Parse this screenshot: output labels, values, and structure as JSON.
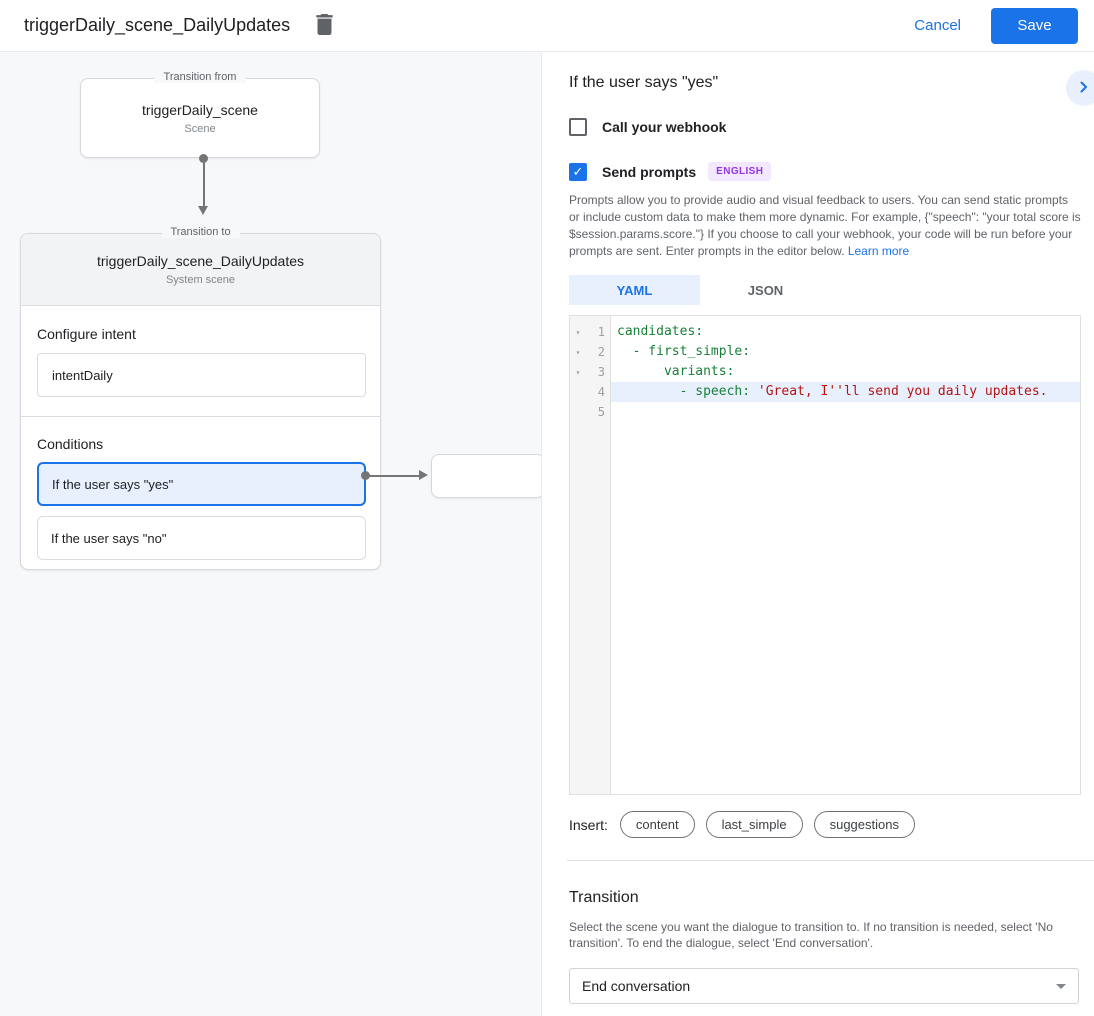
{
  "header": {
    "title": "triggerDaily_scene_DailyUpdates",
    "cancel_label": "Cancel",
    "save_label": "Save"
  },
  "icons": {
    "fold": "▾",
    "check": "✓"
  },
  "diagram": {
    "from_box": {
      "legend": "Transition from",
      "title": "triggerDaily_scene",
      "subtitle": "Scene"
    },
    "to_box": {
      "legend": "Transition to",
      "title": "triggerDaily_scene_DailyUpdates",
      "subtitle": "System scene",
      "configure_intent_label": "Configure intent",
      "intent_value": "intentDaily",
      "conditions_label": "Conditions",
      "conditions": [
        {
          "label": "If the user says \"yes\"",
          "selected": true
        },
        {
          "label": "If the user says \"no\"",
          "selected": false
        }
      ]
    }
  },
  "detail": {
    "title": "If the user says \"yes\"",
    "webhook": {
      "label": "Call your webhook",
      "checked": false
    },
    "prompts": {
      "label": "Send prompts",
      "checked": true,
      "badge": "ENGLISH"
    },
    "description": "Prompts allow you to provide audio and visual feedback to users. You can send static prompts or include custom data to make them more dynamic. For example, {\"speech\": \"your total score is $session.params.score.\"} If you choose to call your webhook, your code will be run before your prompts are sent. Enter prompts in the editor below. ",
    "learn_more": "Learn more",
    "tabs": [
      {
        "label": "YAML",
        "active": true
      },
      {
        "label": "JSON",
        "active": false
      }
    ],
    "editor": {
      "lines": [
        {
          "num": "1",
          "fold": true,
          "highlight": false,
          "segments": [
            {
              "t": "candidates:",
              "c": "key"
            }
          ]
        },
        {
          "num": "2",
          "fold": true,
          "highlight": false,
          "segments": [
            {
              "t": "  - first_simple:",
              "c": "key"
            }
          ]
        },
        {
          "num": "3",
          "fold": true,
          "highlight": false,
          "segments": [
            {
              "t": "      variants:",
              "c": "key"
            }
          ]
        },
        {
          "num": "4",
          "fold": false,
          "highlight": true,
          "segments": [
            {
              "t": "        - speech: ",
              "c": "key"
            },
            {
              "t": "'Great, I''ll send you daily updates.",
              "c": "str"
            }
          ]
        },
        {
          "num": "5",
          "fold": false,
          "highlight": false,
          "segments": []
        }
      ]
    },
    "insert": {
      "label": "Insert:",
      "chips": [
        "content",
        "last_simple",
        "suggestions"
      ]
    },
    "transition": {
      "title": "Transition",
      "description": "Select the scene you want the dialogue to transition to. If no transition is needed, select 'No transition'. To end the dialogue, select 'End conversation'.",
      "selected_value": "End conversation"
    }
  }
}
